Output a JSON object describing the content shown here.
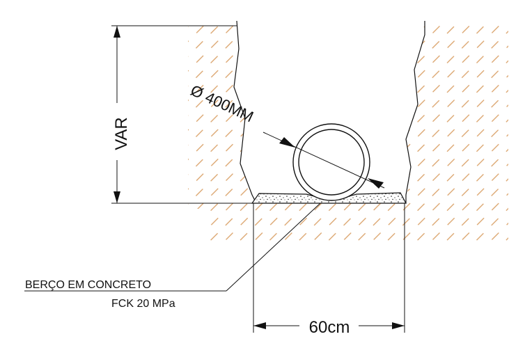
{
  "labels": {
    "pipe_diameter": "Ø 400MM",
    "depth": "VAR",
    "bedding_title": "BERÇO EM CONCRETO",
    "bedding_spec": "FCK 20 MPa",
    "trench_width": "60cm"
  },
  "colors": {
    "line": "#111111",
    "hatch": "#d9a066",
    "concrete_fill": "#ffffff",
    "background": "#ffffff"
  }
}
